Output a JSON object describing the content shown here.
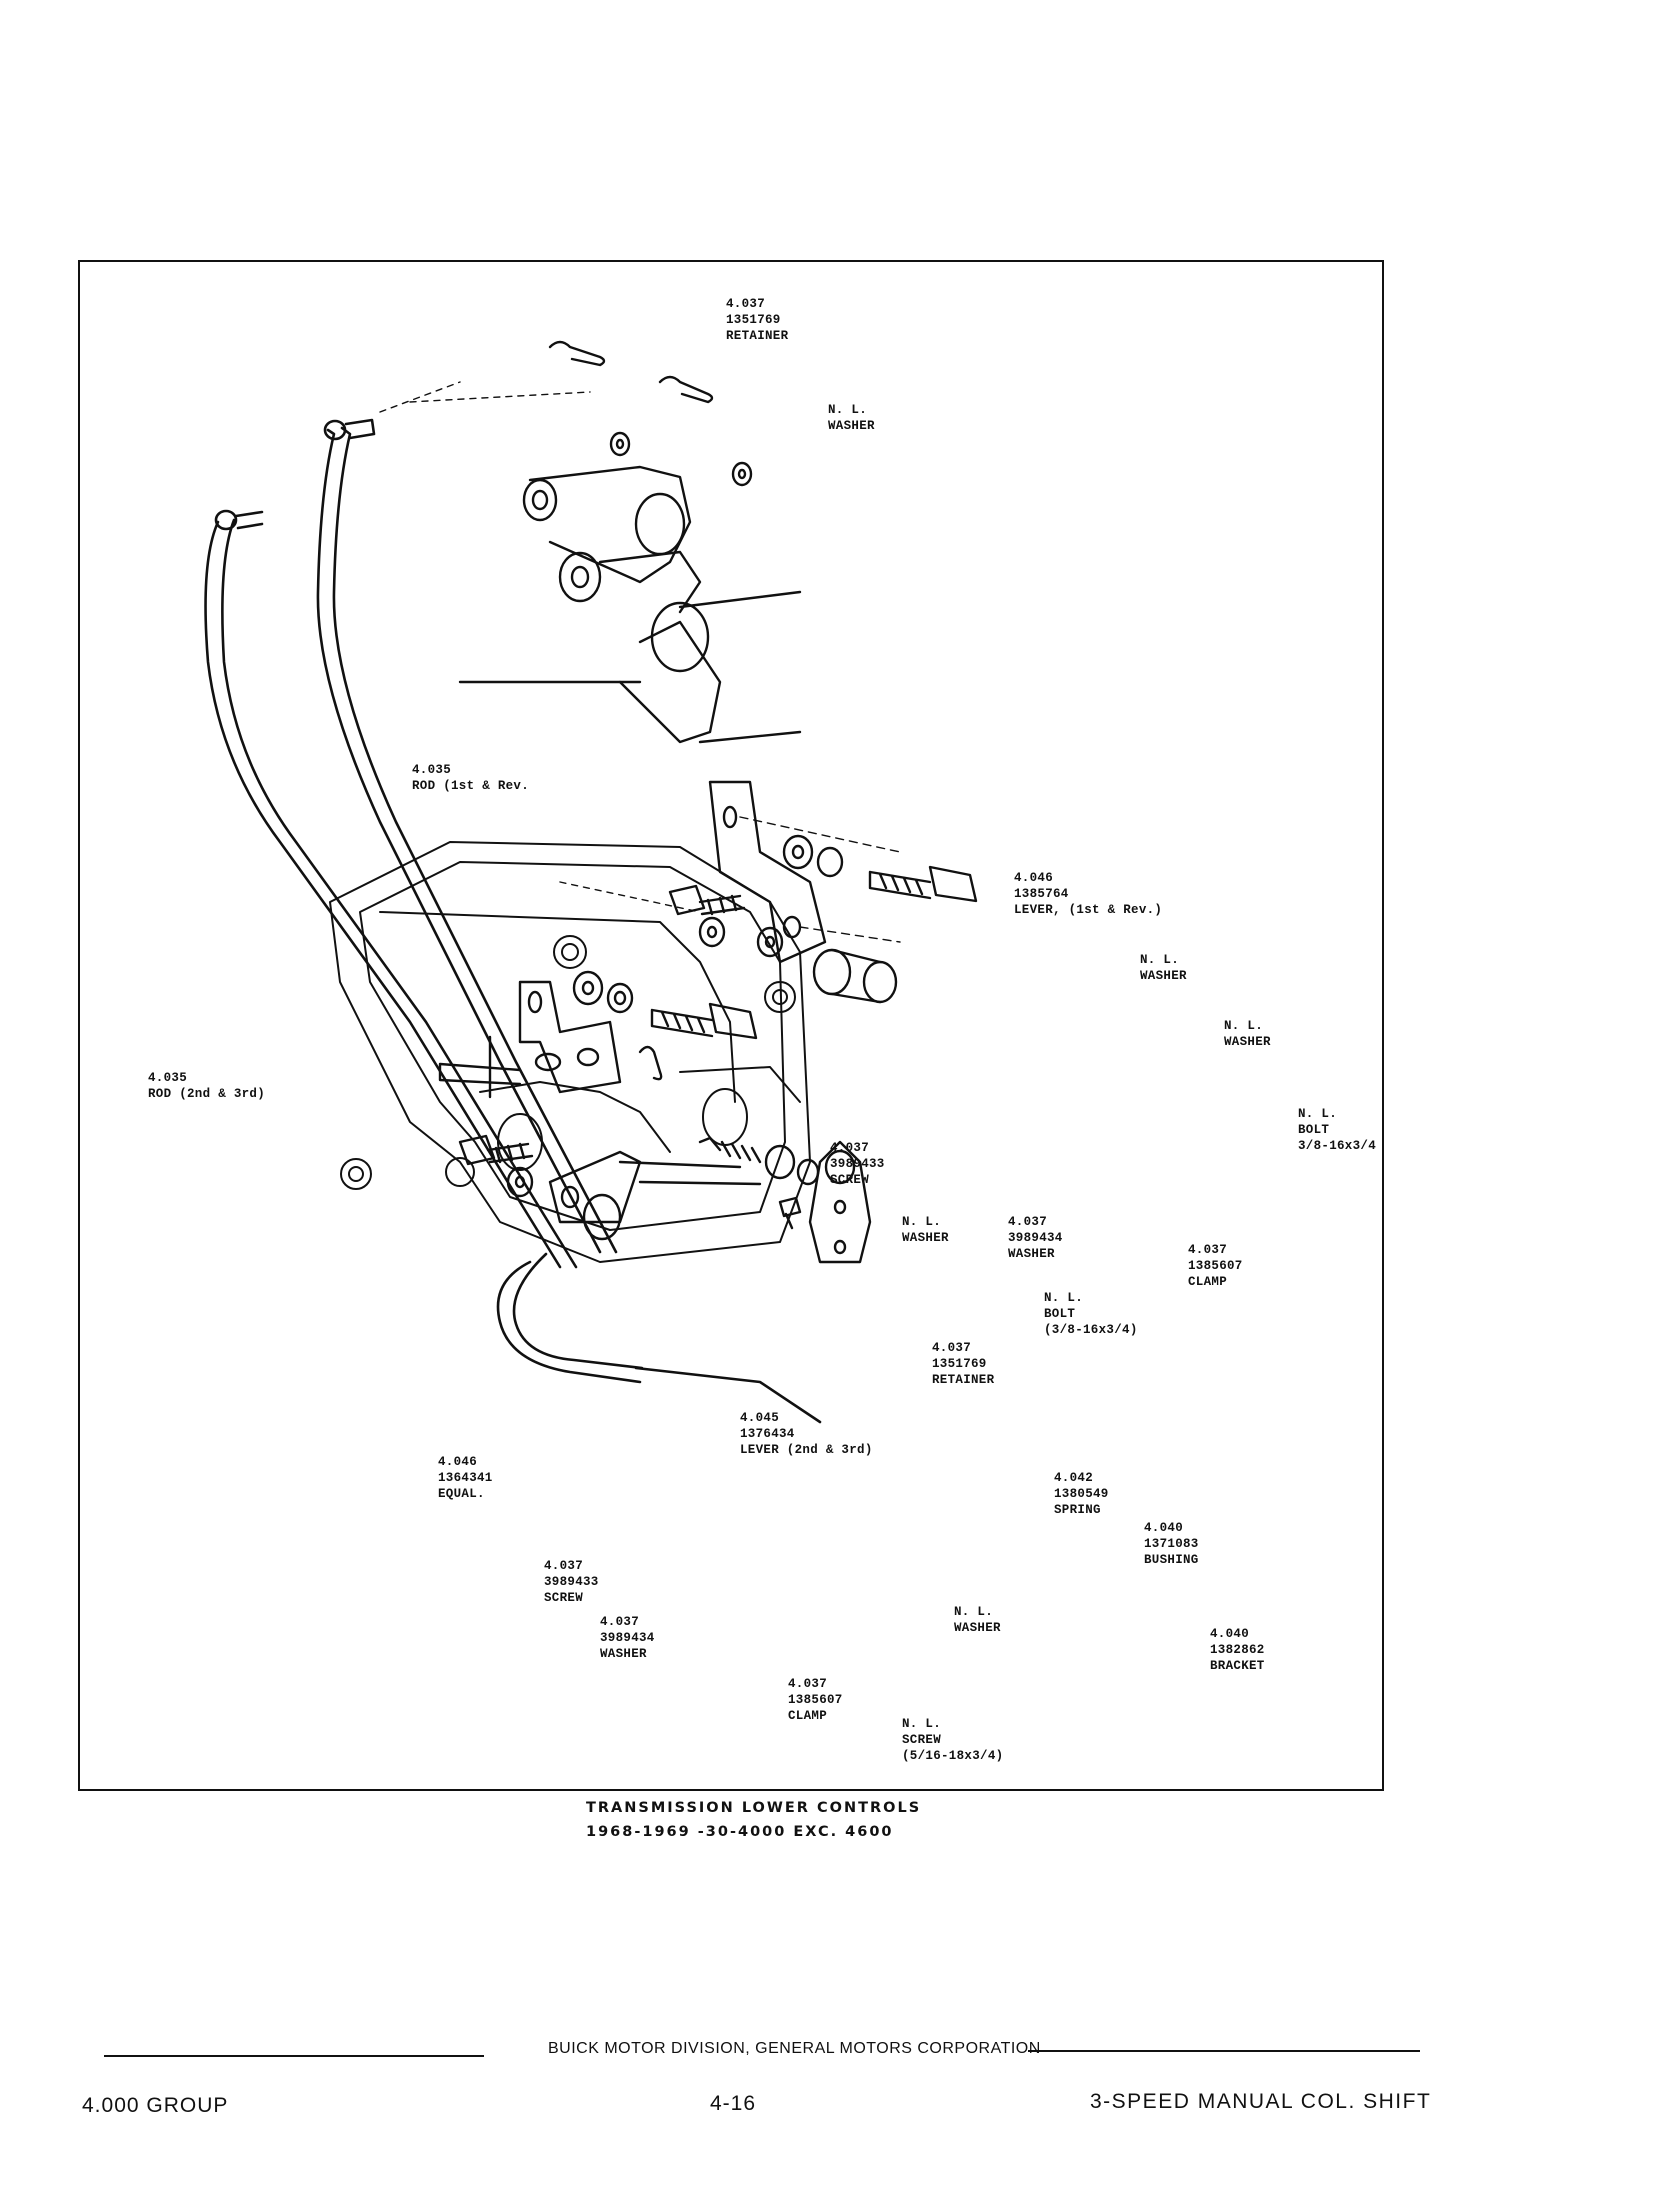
{
  "diagram": {
    "labels": {
      "retainer_top": [
        "4.037",
        "1351769",
        "RETAINER"
      ],
      "washer_top": [
        "N. L.",
        "WASHER"
      ],
      "rod_1st_rev": [
        "4.035",
        "ROD (1st & Rev."
      ],
      "rod_2nd_3rd": [
        "4.035",
        "ROD (2nd & 3rd)"
      ],
      "lever_1st_rev": [
        "4.046",
        "1385764",
        "LEVER, (1st & Rev.)"
      ],
      "washer_nl_a": [
        "N. L.",
        "WASHER"
      ],
      "washer_nl_b": [
        "N. L.",
        "WASHER"
      ],
      "bolt_nl": [
        "N. L.",
        "BOLT",
        "3/8-16x3/4"
      ],
      "screw_mid": [
        "4.037",
        "3989433",
        "SCREW"
      ],
      "washer_mid": [
        "4.037",
        "3989434",
        "WASHER"
      ],
      "clamp_mid": [
        "4.037",
        "1385607",
        "CLAMP"
      ],
      "washer_nl_c": [
        "N. L.",
        "WASHER"
      ],
      "bolt_nl_b": [
        "N. L.",
        "BOLT",
        "(3/8-16x3/4)"
      ],
      "retainer_mid": [
        "4.037",
        "1351769",
        "RETAINER"
      ],
      "lever_2nd_3rd": [
        "4.045",
        "1376434",
        "LEVER (2nd & 3rd)"
      ],
      "equal": [
        "4.046",
        "1364341",
        "EQUAL."
      ],
      "spring": [
        "4.042",
        "1380549",
        "SPRING"
      ],
      "bushing": [
        "4.040",
        "1371083",
        "BUSHING"
      ],
      "washer_nl_d": [
        "N. L.",
        "WASHER"
      ],
      "bracket": [
        "4.040",
        "1382862",
        "BRACKET"
      ],
      "screw_low": [
        "4.037",
        "3989433",
        "SCREW"
      ],
      "washer_low": [
        "4.037",
        "3989434",
        "WASHER"
      ],
      "clamp_low": [
        "4.037",
        "1385607",
        "CLAMP"
      ],
      "screw_nl": [
        "N. L.",
        "SCREW",
        "(5/16-18x3/4)"
      ]
    }
  },
  "caption": {
    "line1": "TRANSMISSION LOWER CONTROLS",
    "line2": "1968-1969  -30-4000 EXC. 4600"
  },
  "footer": {
    "division": "BUICK MOTOR DIVISION, GENERAL MOTORS CORPORATION",
    "group": "4.000 GROUP",
    "page": "4-16",
    "section": "3-SPEED MANUAL COL. SHIFT"
  }
}
